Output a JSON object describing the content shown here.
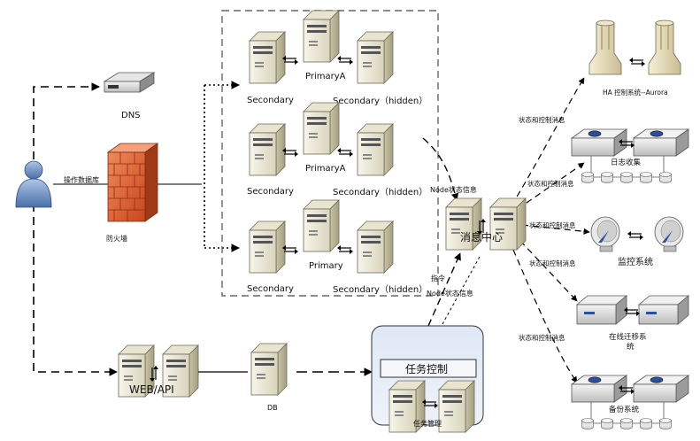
{
  "nodes": {
    "dns": "DNS",
    "firewall": "防火墙",
    "op_db": "操作数据库",
    "cluster1": {
      "left": "Secondary",
      "top": "PrimaryA",
      "right": "Secondary（hidden）"
    },
    "cluster2": {
      "left": "Secondary",
      "top": "PrimaryA",
      "right": "Secondary（hidden）"
    },
    "cluster3": {
      "left": "Secondary",
      "top": "Primary",
      "right": "Secondary（hidden）"
    },
    "node_status": "Node状态信息",
    "msg_center": "消息中心",
    "instruction": "指令",
    "node_status2": "Node状态信息",
    "ha": "HA 控制系统--Aurora",
    "log": "日志收集",
    "monitor": "监控系统",
    "migrate": "在线迁移系\n统",
    "backup": "备份系统",
    "state_msg": "状态和控制消息",
    "web_api": "WEB/API",
    "db": "DB",
    "task_ctrl": "任务控制",
    "task_mgmt": "任务管理"
  }
}
